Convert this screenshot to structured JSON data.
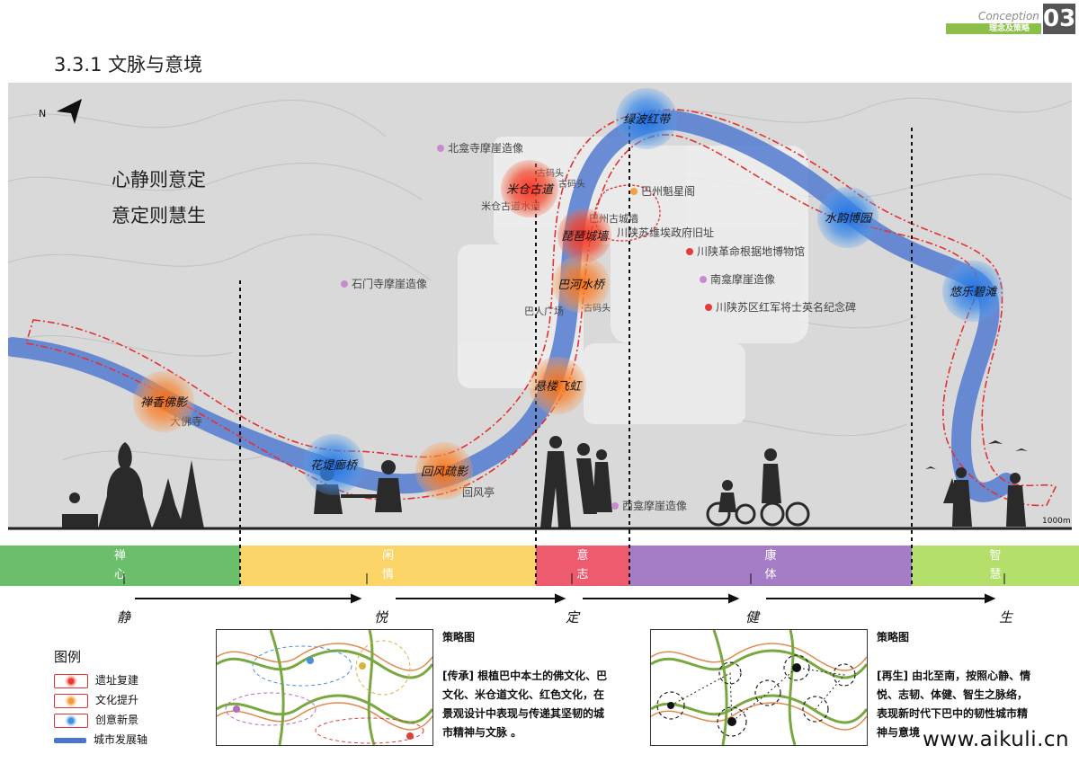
{
  "header": {
    "word": "Conception",
    "sub": "理念及策略",
    "number": "03"
  },
  "title": "3.3.1 文脉与意境",
  "slogan": {
    "line1": "心静则意定",
    "line2": "意定则慧生"
  },
  "north": "N",
  "scale": "1000m",
  "nodes": [
    {
      "label": "禅香佛影",
      "type": "culture"
    },
    {
      "label": "花堤廊桥",
      "type": "creative"
    },
    {
      "label": "回风疏影",
      "type": "culture"
    },
    {
      "label": "悬楼飞虹",
      "type": "culture"
    },
    {
      "label": "巴河水桥",
      "type": "culture"
    },
    {
      "label": "琵琶城墙",
      "type": "heritage"
    },
    {
      "label": "米仓古道",
      "type": "heritage"
    },
    {
      "label": "绿波红带",
      "type": "creative"
    },
    {
      "label": "水韵博园",
      "type": "creative"
    },
    {
      "label": "悠乐碧滩",
      "type": "creative"
    }
  ],
  "places": [
    "北龛寺摩崖造像",
    "石门寺摩崖造像",
    "巴州魁星阁",
    "川陕苏维埃政府旧址",
    "川陕革命根据地博物馆",
    "南龛摩崖造像",
    "川陕苏区红军将士英名纪念碑",
    "西龛摩崖造像",
    "大佛寺",
    "回风亭",
    "米仓古道水道",
    "古码头",
    "古码头",
    "巴州古城墙",
    "巴人广场",
    "古码头"
  ],
  "band": [
    {
      "c1": "禅",
      "c2": "心",
      "color": "#6cbf6a"
    },
    {
      "c1": "闲",
      "c2": "情",
      "color": "#fbd567"
    },
    {
      "c1": "意",
      "c2": "志",
      "color": "#ee5b6f"
    },
    {
      "c1": "康",
      "c2": "体",
      "color": "#a57cc6"
    },
    {
      "c1": "智",
      "c2": "慧",
      "color": "#b4df6b"
    }
  ],
  "stages": [
    "静",
    "悦",
    "定",
    "健",
    "生"
  ],
  "legend": {
    "title": "图例",
    "items": [
      {
        "label": "遗址复建",
        "color": "#e83a2e"
      },
      {
        "label": "文化提升",
        "color": "#f39a3a"
      },
      {
        "label": "创意新景",
        "color": "#3d8fe0"
      },
      {
        "label": "城市发展轴",
        "color": "#4a74d0"
      }
    ]
  },
  "strategy1": {
    "title": "策略图",
    "lines": [
      "[传承] 根植巴中本土的佛文化、巴",
      "文化、米仓道文化、红色文化，在",
      "景观设计中表现与传递其坚韧的城",
      "市精神与文脉 。"
    ]
  },
  "strategy2": {
    "title": "策略图",
    "lines": [
      "[再生] 由北至南，按照心静、情",
      "悦、志韧、体健、智生之脉络，",
      "表现新时代下巴中的韧性城市精",
      "神与意境"
    ]
  },
  "watermark": "www.aikuli.cn",
  "colors": {
    "heritage": "#e83a2e",
    "culture": "#f39a3a",
    "creative": "#3d8fe0",
    "axis": "#4a74d0",
    "boundary": "#e53030"
  }
}
